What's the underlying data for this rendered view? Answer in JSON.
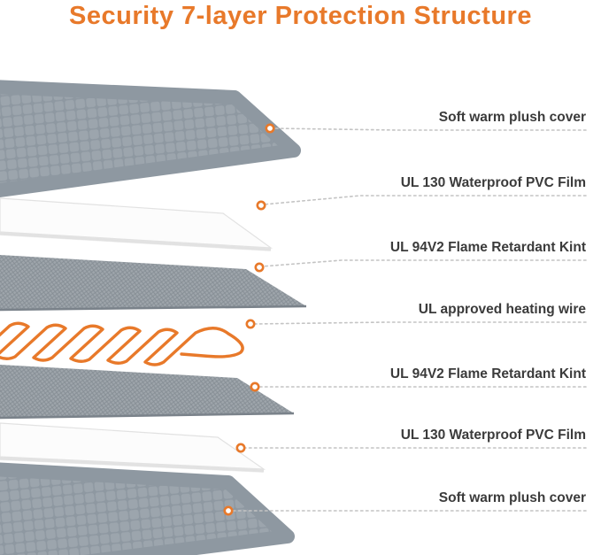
{
  "title": "Security 7-layer Protection Structure",
  "colors": {
    "accent": "#E8792A",
    "label_text": "#3B3B3B",
    "leader": "#C4C4C4",
    "plush_base": "#8E98A1",
    "plush_tile": "#9CA5AD",
    "mesh_base": "#9EA5AB",
    "mesh_line": "#858D94",
    "mesh_edge": "#7A828A",
    "film_fill": "#FCFCFC",
    "film_edge": "#E2E2E2",
    "wire": "#E8792A"
  },
  "layers": [
    {
      "id": "plush-top",
      "label": "Soft warm plush cover"
    },
    {
      "id": "pvc-top",
      "label": "UL 130 Waterproof PVC Film"
    },
    {
      "id": "mesh-top",
      "label": "UL 94V2 Flame Retardant Kint"
    },
    {
      "id": "heating-wire",
      "label": "UL approved heating wire"
    },
    {
      "id": "mesh-bottom",
      "label": "UL 94V2 Flame Retardant Kint"
    },
    {
      "id": "pvc-bottom",
      "label": "UL 130 Waterproof PVC Film"
    },
    {
      "id": "plush-bottom",
      "label": "Soft warm plush cover"
    }
  ]
}
